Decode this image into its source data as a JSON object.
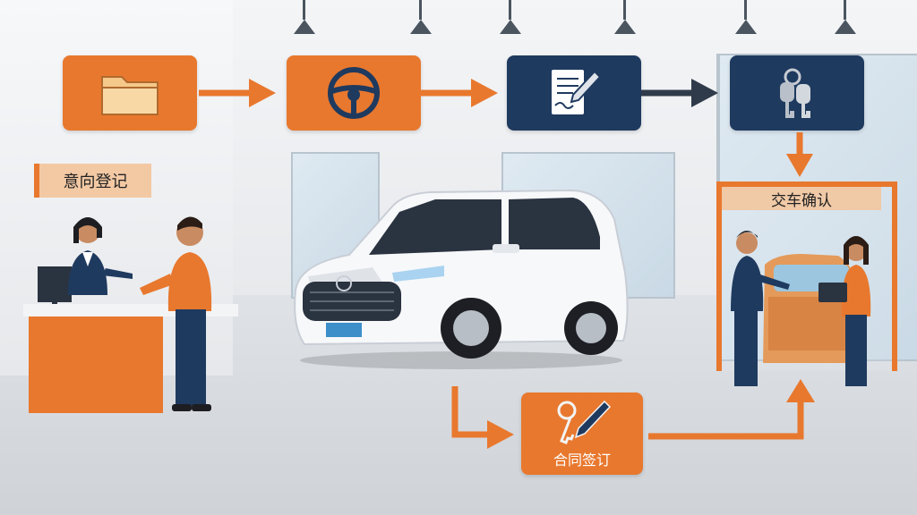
{
  "labels": {
    "intent_registration": "意向登记",
    "delivery_confirmation": "交车确认",
    "contract_signing": "合同签订"
  },
  "steps": [
    {
      "icon": "folder-icon",
      "color": "#e8782e"
    },
    {
      "icon": "steering-wheel-icon",
      "color": "#e8782e"
    },
    {
      "icon": "contract-pen-icon",
      "color": "#1f3a5f"
    },
    {
      "icon": "car-keys-icon",
      "color": "#1f3a5f"
    }
  ],
  "colors": {
    "orange": "#e8782e",
    "navy": "#1f3a5f",
    "cream": "#f5c98a"
  }
}
